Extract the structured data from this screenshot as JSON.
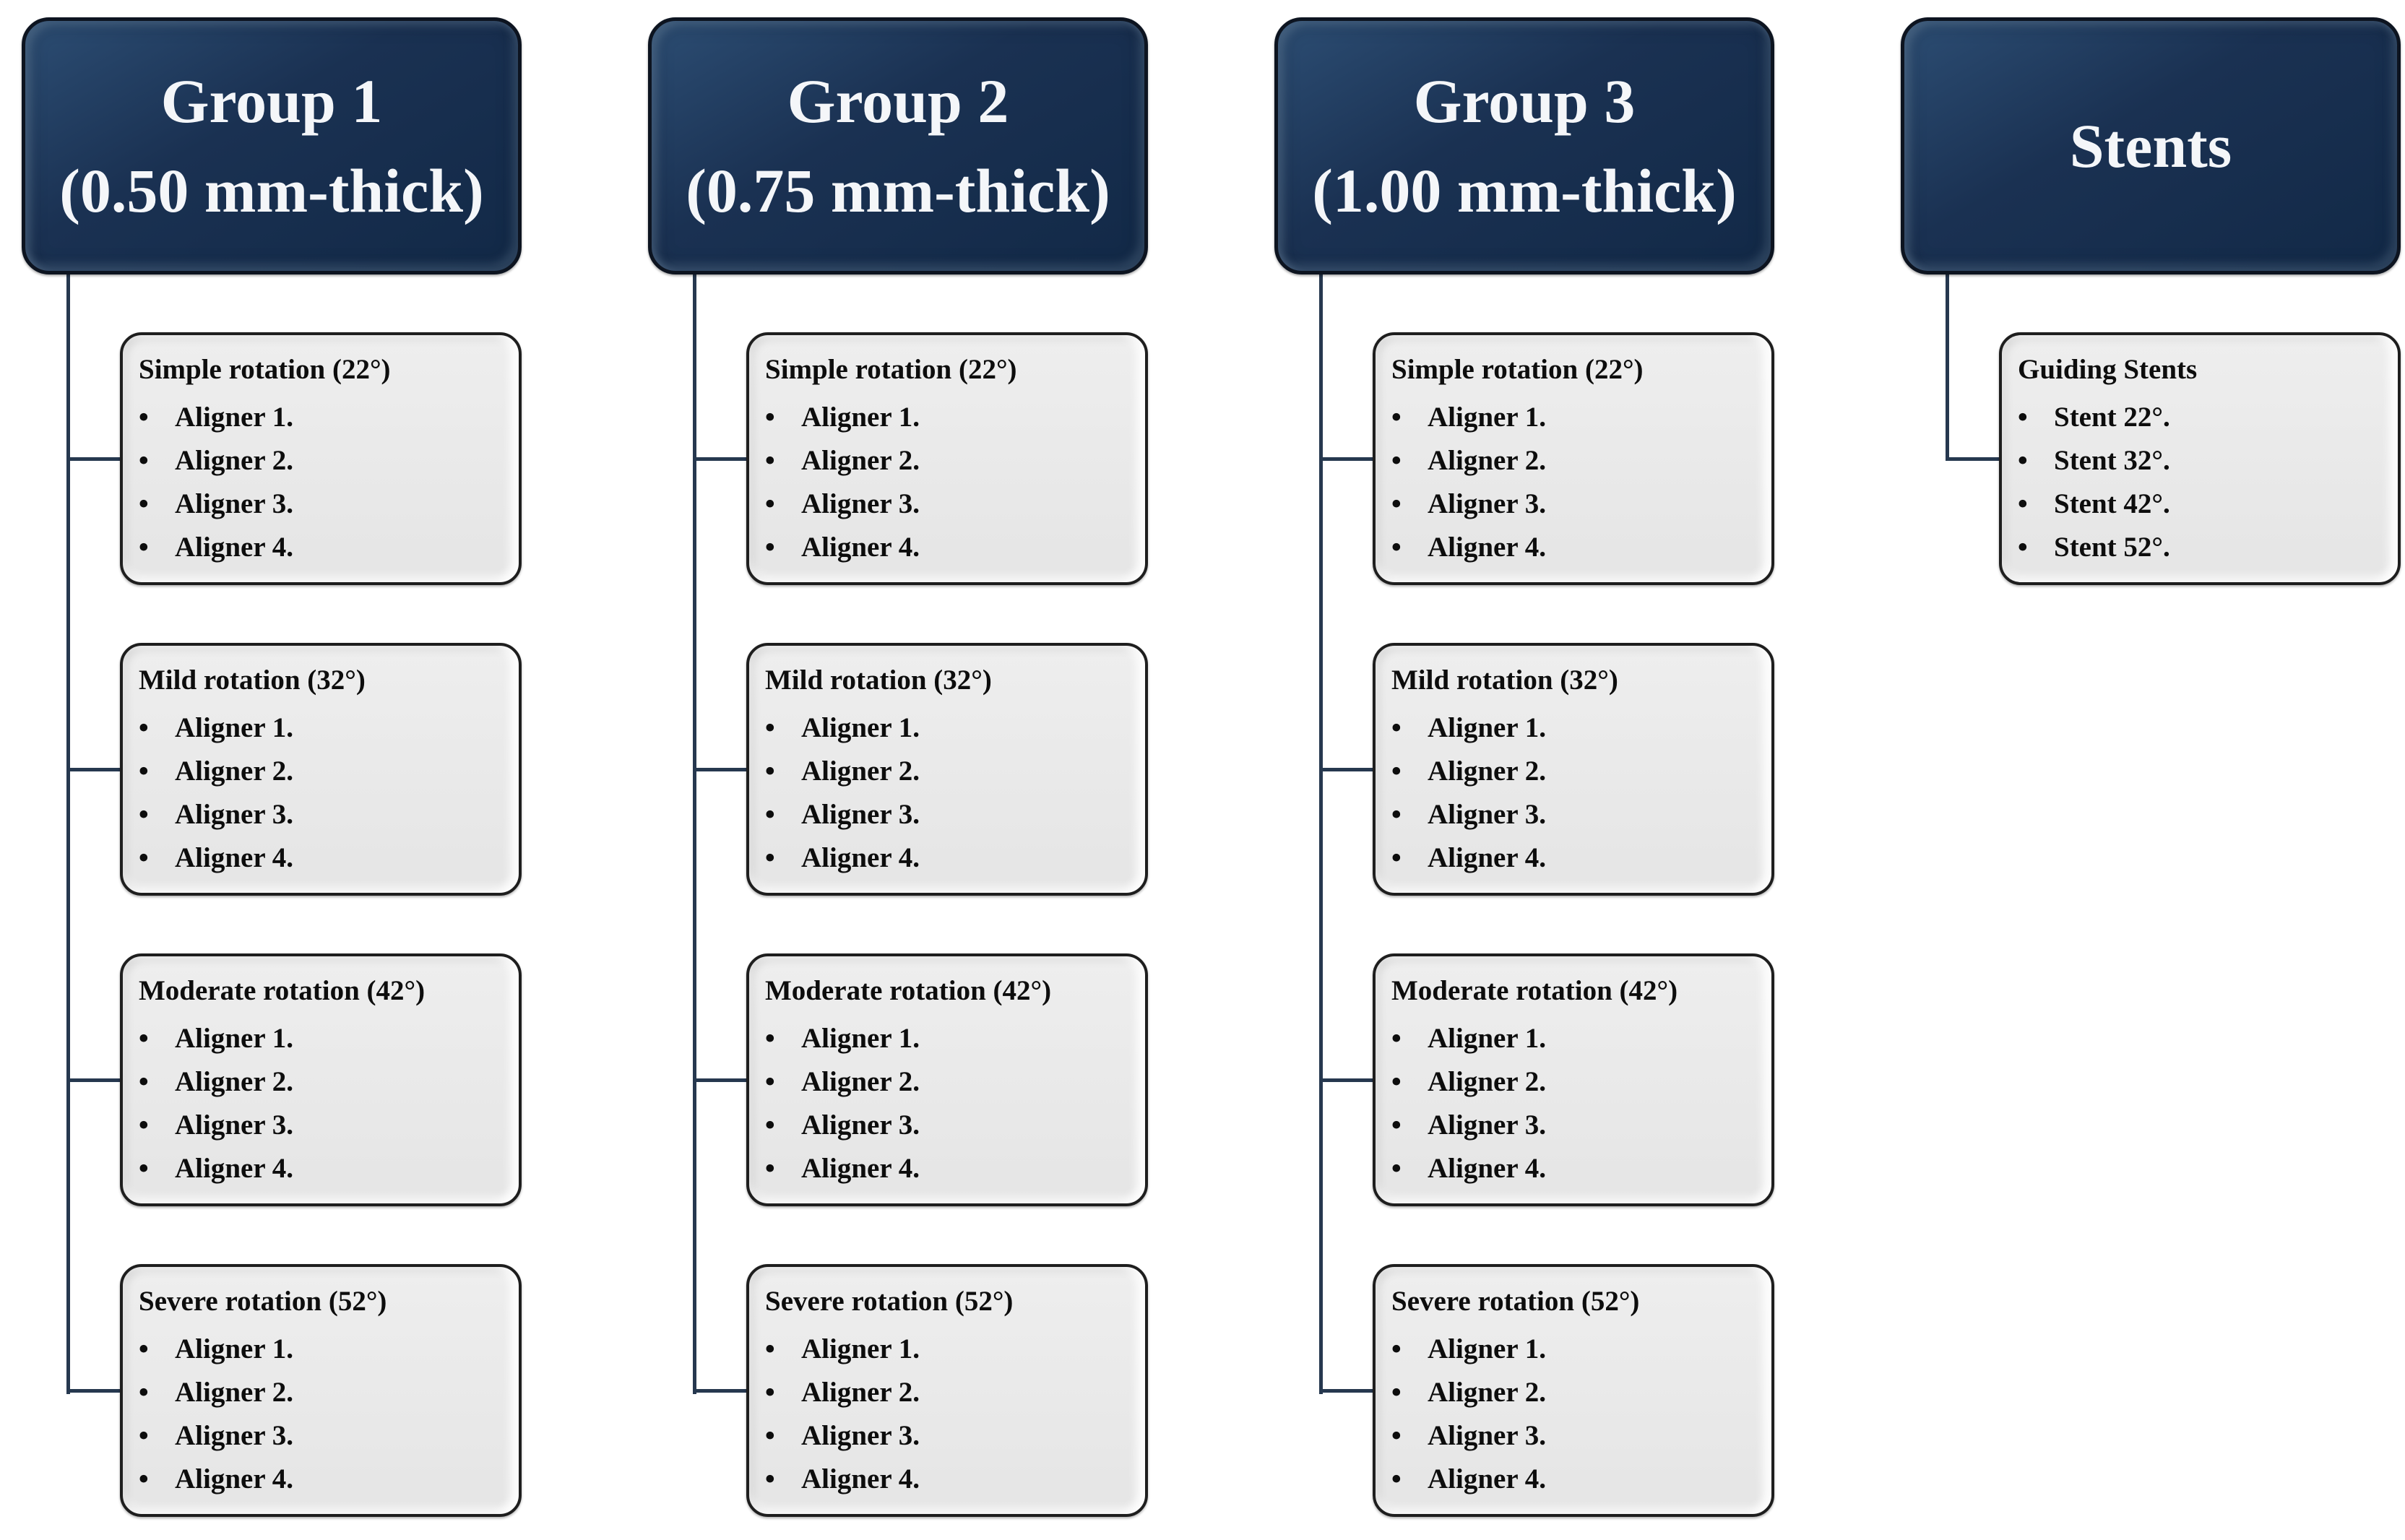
{
  "bullet_char": "•",
  "colors": {
    "canvas_bg": "#ffffff",
    "header_bg": "#1a3152",
    "header_border": "#0d1420",
    "header_text": "#f4f6f9",
    "child_bg": "#e9e9e9",
    "child_border": "#1e1e1e",
    "child_text": "#0d0d0d",
    "connector": "#26384f"
  },
  "columns": [
    {
      "id": "group-1",
      "header": {
        "lines": [
          "Group 1",
          "(0.50 mm-thick)"
        ]
      },
      "boxes": [
        {
          "title": "Simple rotation (22°)",
          "items": [
            "Aligner 1.",
            "Aligner 2.",
            "Aligner 3.",
            "Aligner 4."
          ]
        },
        {
          "title": "Mild rotation (32°)",
          "items": [
            "Aligner 1.",
            "Aligner 2.",
            "Aligner 3.",
            "Aligner 4."
          ]
        },
        {
          "title": "Moderate rotation (42°)",
          "items": [
            "Aligner 1.",
            "Aligner 2.",
            "Aligner 3.",
            "Aligner 4."
          ]
        },
        {
          "title": "Severe rotation (52°)",
          "items": [
            "Aligner 1.",
            "Aligner 2.",
            "Aligner 3.",
            "Aligner 4."
          ]
        }
      ]
    },
    {
      "id": "group-2",
      "header": {
        "lines": [
          "Group 2",
          "(0.75 mm-thick)"
        ]
      },
      "boxes": [
        {
          "title": "Simple rotation (22°)",
          "items": [
            "Aligner 1.",
            "Aligner 2.",
            "Aligner 3.",
            "Aligner 4."
          ]
        },
        {
          "title": "Mild rotation (32°)",
          "items": [
            "Aligner 1.",
            "Aligner 2.",
            "Aligner 3.",
            "Aligner 4."
          ]
        },
        {
          "title": "Moderate rotation (42°)",
          "items": [
            "Aligner 1.",
            "Aligner 2.",
            "Aligner 3.",
            "Aligner 4."
          ]
        },
        {
          "title": "Severe rotation (52°)",
          "items": [
            "Aligner 1.",
            "Aligner 2.",
            "Aligner 3.",
            "Aligner 4."
          ]
        }
      ]
    },
    {
      "id": "group-3",
      "header": {
        "lines": [
          "Group 3",
          "(1.00 mm-thick)"
        ]
      },
      "boxes": [
        {
          "title": "Simple rotation (22°)",
          "items": [
            "Aligner 1.",
            "Aligner 2.",
            "Aligner 3.",
            "Aligner 4."
          ]
        },
        {
          "title": "Mild rotation (32°)",
          "items": [
            "Aligner 1.",
            "Aligner 2.",
            "Aligner 3.",
            "Aligner 4."
          ]
        },
        {
          "title": "Moderate rotation (42°)",
          "items": [
            "Aligner 1.",
            "Aligner 2.",
            "Aligner 3.",
            "Aligner 4."
          ]
        },
        {
          "title": "Severe rotation (52°)",
          "items": [
            "Aligner 1.",
            "Aligner 2.",
            "Aligner 3.",
            "Aligner 4."
          ]
        }
      ]
    },
    {
      "id": "stents",
      "header": {
        "lines": [
          "Stents"
        ]
      },
      "boxes": [
        {
          "title": "Guiding Stents",
          "items": [
            "Stent 22°.",
            "Stent 32°.",
            "Stent 42°.",
            "Stent 52°."
          ]
        }
      ]
    }
  ]
}
